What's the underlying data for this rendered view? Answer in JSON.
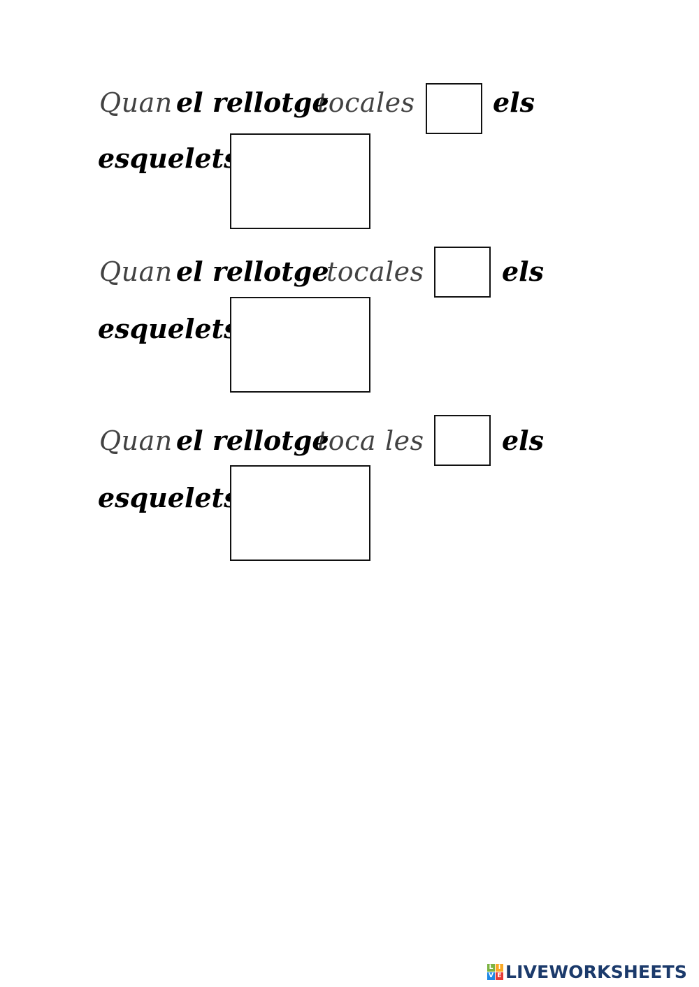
{
  "worksheet": {
    "rows": [
      {
        "word1": "Quan",
        "word2": "el rellotge",
        "word3": "toca",
        "word4": "les",
        "word5": "els",
        "word6": "esquelets",
        "small_box_value": "",
        "large_box_value": ""
      },
      {
        "word1": "Quan",
        "word2": "el rellotge",
        "word3": "toca",
        "word4": "les",
        "word5": "els",
        "word6": "esquelets",
        "small_box_value": "",
        "large_box_value": ""
      },
      {
        "word1": "Quan",
        "word2": "el rellotge",
        "word3": "toca",
        "word4": "les",
        "word5": "els",
        "word6": "esquelets",
        "small_box_value": "",
        "large_box_value": ""
      }
    ]
  },
  "footer": {
    "logo_tiles": [
      "L",
      "I",
      "V",
      "E"
    ],
    "logo_tile_colors": [
      "#7cb342",
      "#f9a825",
      "#1e88e5",
      "#e53935"
    ],
    "logo_text": "LIVEWORKSHEETS",
    "logo_color": "#1b3a6b"
  }
}
